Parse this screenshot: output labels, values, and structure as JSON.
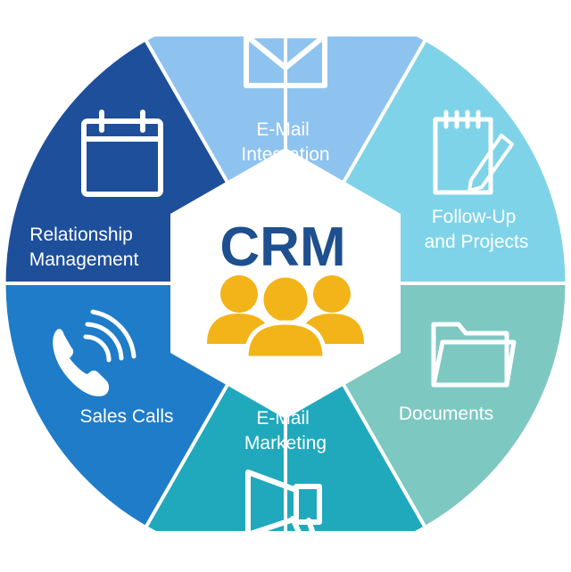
{
  "center": {
    "title": "CRM",
    "title_color": "#1e4f8f",
    "icon": "people-group-icon",
    "icon_color": "#f2b418"
  },
  "segments": [
    {
      "id": "email-integration",
      "lines": [
        "E-Mail",
        "Integration"
      ],
      "icon": "envelope-icon",
      "color": "#8fc3ef"
    },
    {
      "id": "follow-up-projects",
      "lines": [
        "Follow-Up",
        "and Projects"
      ],
      "icon": "notepad-pencil-icon",
      "color": "#7fd3e8"
    },
    {
      "id": "documents",
      "lines": [
        "Documents"
      ],
      "icon": "folder-icon",
      "color": "#7ec8c2"
    },
    {
      "id": "email-marketing",
      "lines": [
        "E-Mail",
        "Marketing"
      ],
      "icon": "megaphone-icon",
      "color": "#20a9bd"
    },
    {
      "id": "sales-calls",
      "lines": [
        "Sales Calls"
      ],
      "icon": "phone-icon",
      "color": "#1f7cc8"
    },
    {
      "id": "relationship-management",
      "lines": [
        "Relationship",
        "Management"
      ],
      "icon": "calendar-icon",
      "color": "#1e4f9a"
    }
  ]
}
